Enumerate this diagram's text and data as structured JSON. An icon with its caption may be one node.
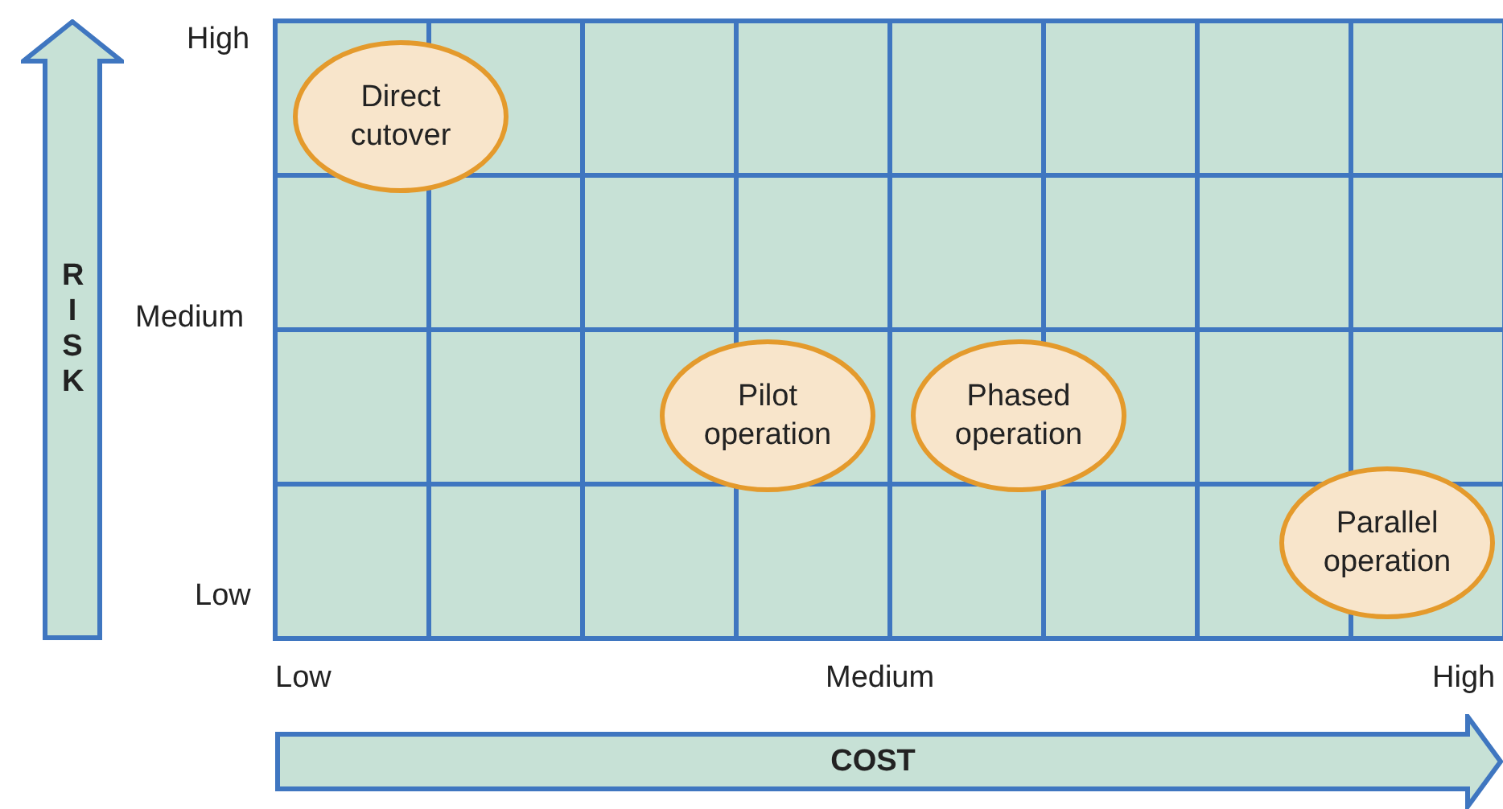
{
  "diagram": {
    "nodes": [
      {
        "text": [
          "Direct cutover"
        ]
      },
      {
        "text": [
          "RISK"
        ]
      },
      {
        "text": [
          "Pilot operation"
        ]
      },
      {
        "text": [
          "Phased operation"
        ]
      },
      {
        "text": [
          "Parallel operation"
        ]
      },
      {
        "text": [
          "COST"
        ]
      }
    ],
    "edges": [],
    "labels": [
      "High",
      "Medium",
      "Low",
      "Low",
      "Medium",
      "High"
    ]
  }
}
